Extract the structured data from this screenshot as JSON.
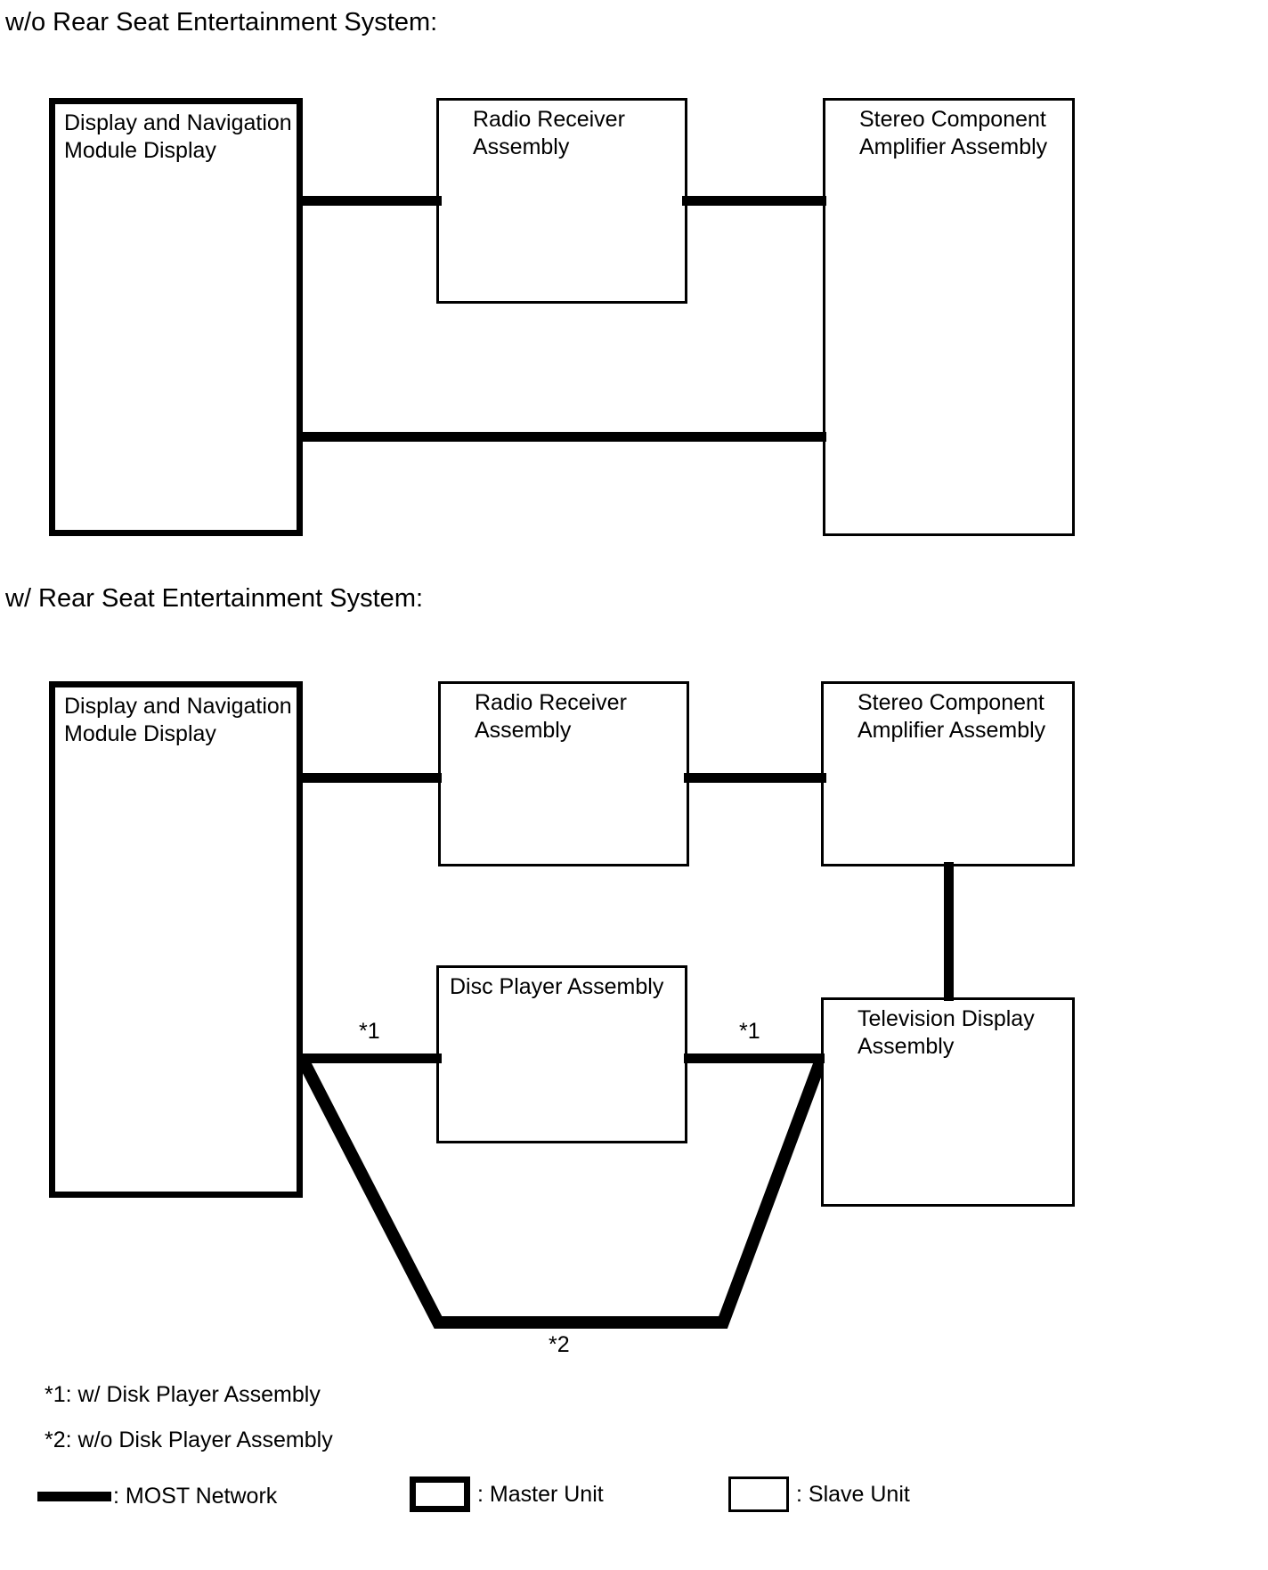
{
  "page": {
    "background": "#ffffff",
    "line_color": "#000000"
  },
  "diagrams": [
    {
      "id": "without-rse",
      "title": "w/o Rear Seat Entertainment System:",
      "nodes": [
        {
          "id": "display-nav-module",
          "label": "Display and Navigation\nModule Display",
          "unit_type": "Master Unit"
        },
        {
          "id": "radio-receiver",
          "label": "Radio Receiver\nAssembly",
          "unit_type": "Slave Unit"
        },
        {
          "id": "stereo-amplifier",
          "label": "Stereo Component\nAmplifier Assembly",
          "unit_type": "Slave Unit"
        }
      ],
      "connections": [
        {
          "from": "display-nav-module",
          "to": "radio-receiver",
          "type": "MOST Network"
        },
        {
          "from": "radio-receiver",
          "to": "stereo-amplifier",
          "type": "MOST Network"
        },
        {
          "from": "display-nav-module",
          "to": "stereo-amplifier",
          "type": "MOST Network"
        }
      ]
    },
    {
      "id": "with-rse",
      "title": "w/ Rear Seat Entertainment System:",
      "nodes": [
        {
          "id": "display-nav-module",
          "label": "Display and Navigation\nModule Display",
          "unit_type": "Master Unit"
        },
        {
          "id": "radio-receiver",
          "label": "Radio Receiver\nAssembly",
          "unit_type": "Slave Unit"
        },
        {
          "id": "stereo-amplifier",
          "label": "Stereo Component\nAmplifier Assembly",
          "unit_type": "Slave Unit"
        },
        {
          "id": "disc-player",
          "label": "Disc Player Assembly",
          "unit_type": "Slave Unit"
        },
        {
          "id": "television-display",
          "label": "Television Display\nAssembly",
          "unit_type": "Slave Unit"
        }
      ],
      "connections": [
        {
          "from": "display-nav-module",
          "to": "radio-receiver",
          "type": "MOST Network"
        },
        {
          "from": "radio-receiver",
          "to": "stereo-amplifier",
          "type": "MOST Network"
        },
        {
          "from": "stereo-amplifier",
          "to": "television-display",
          "type": "MOST Network"
        },
        {
          "from": "display-nav-module",
          "to": "disc-player",
          "type": "MOST Network",
          "note": "*1"
        },
        {
          "from": "disc-player",
          "to": "television-display",
          "type": "MOST Network",
          "note": "*1"
        },
        {
          "from": "display-nav-module",
          "to": "television-display",
          "type": "MOST Network",
          "note": "*2"
        }
      ],
      "inline_notes": [
        {
          "id": "note-star1-left",
          "text": "*1"
        },
        {
          "id": "note-star1-right",
          "text": "*1"
        },
        {
          "id": "note-star2-bottom",
          "text": "*2"
        }
      ]
    }
  ],
  "footnotes": [
    {
      "id": "footnote-1",
      "text": "*1: w/ Disk Player Assembly"
    },
    {
      "id": "footnote-2",
      "text": "*2: w/o Disk Player Assembly"
    }
  ],
  "legend": {
    "items": [
      {
        "id": "most-network",
        "symbol": "thick-line",
        "text": ": MOST Network"
      },
      {
        "id": "master-unit",
        "symbol": "thick-border-box",
        "text": ": Master Unit"
      },
      {
        "id": "slave-unit",
        "symbol": "thin-border-box",
        "text": ": Slave Unit"
      }
    ]
  }
}
